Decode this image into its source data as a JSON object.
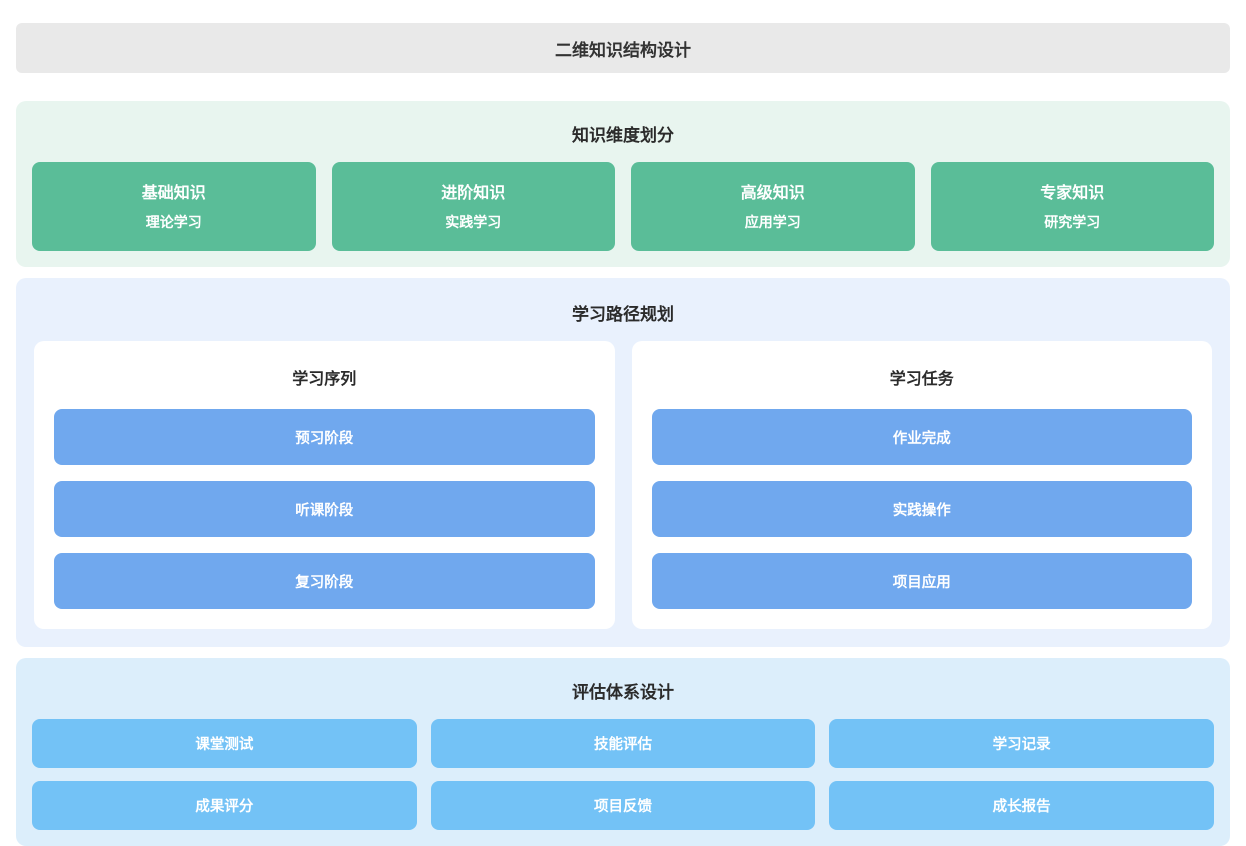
{
  "page": {
    "title": "二维知识结构设计"
  },
  "colors": {
    "header_bg": "#e9e9e9",
    "dimensions_section_bg": "#e8f5ef",
    "dimension_card_bg": "#5abd98",
    "path_section_bg": "#e9f1fd",
    "path_button_bg": "#70a8ee",
    "eval_section_bg": "#dceefb",
    "eval_button_bg": "#73c2f6",
    "button_text": "#ffffff",
    "title_text": "#2b2b2b"
  },
  "dimensions": {
    "title": "知识维度划分",
    "cards": [
      {
        "title": "基础知识",
        "subtitle": "理论学习"
      },
      {
        "title": "进阶知识",
        "subtitle": "实践学习"
      },
      {
        "title": "高级知识",
        "subtitle": "应用学习"
      },
      {
        "title": "专家知识",
        "subtitle": "研究学习"
      }
    ]
  },
  "path": {
    "title": "学习路径规划",
    "panels": [
      {
        "title": "学习序列",
        "items": [
          "预习阶段",
          "听课阶段",
          "复习阶段"
        ]
      },
      {
        "title": "学习任务",
        "items": [
          "作业完成",
          "实践操作",
          "项目应用"
        ]
      }
    ]
  },
  "evaluation": {
    "title": "评估体系设计",
    "items": [
      "课堂测试",
      "技能评估",
      "学习记录",
      "成果评分",
      "项目反馈",
      "成长报告"
    ]
  }
}
